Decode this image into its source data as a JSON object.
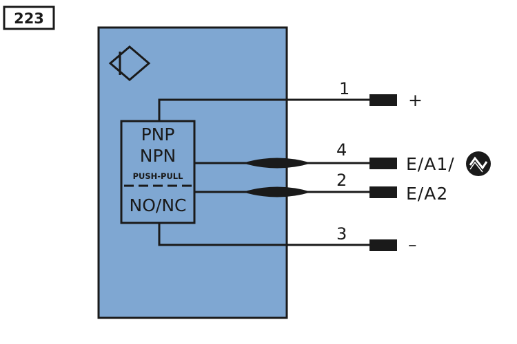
{
  "diagram_code": "223",
  "colors": {
    "housing": "#7fa7d2",
    "line": "#1a1a1a",
    "background": "#ffffff"
  },
  "sensor_symbol_icon": "diamond-sensor-icon",
  "output_modes": {
    "line1": "PNP",
    "line2": "NPN",
    "line3": "PUSH-PULL",
    "line4": "NO/NC"
  },
  "pins": [
    {
      "number": "1",
      "signal": "+"
    },
    {
      "number": "4",
      "signal": "E/A1/"
    },
    {
      "number": "2",
      "signal": "E/A2"
    },
    {
      "number": "3",
      "signal": "–"
    }
  ],
  "io_link_icon": "io-link-icon"
}
